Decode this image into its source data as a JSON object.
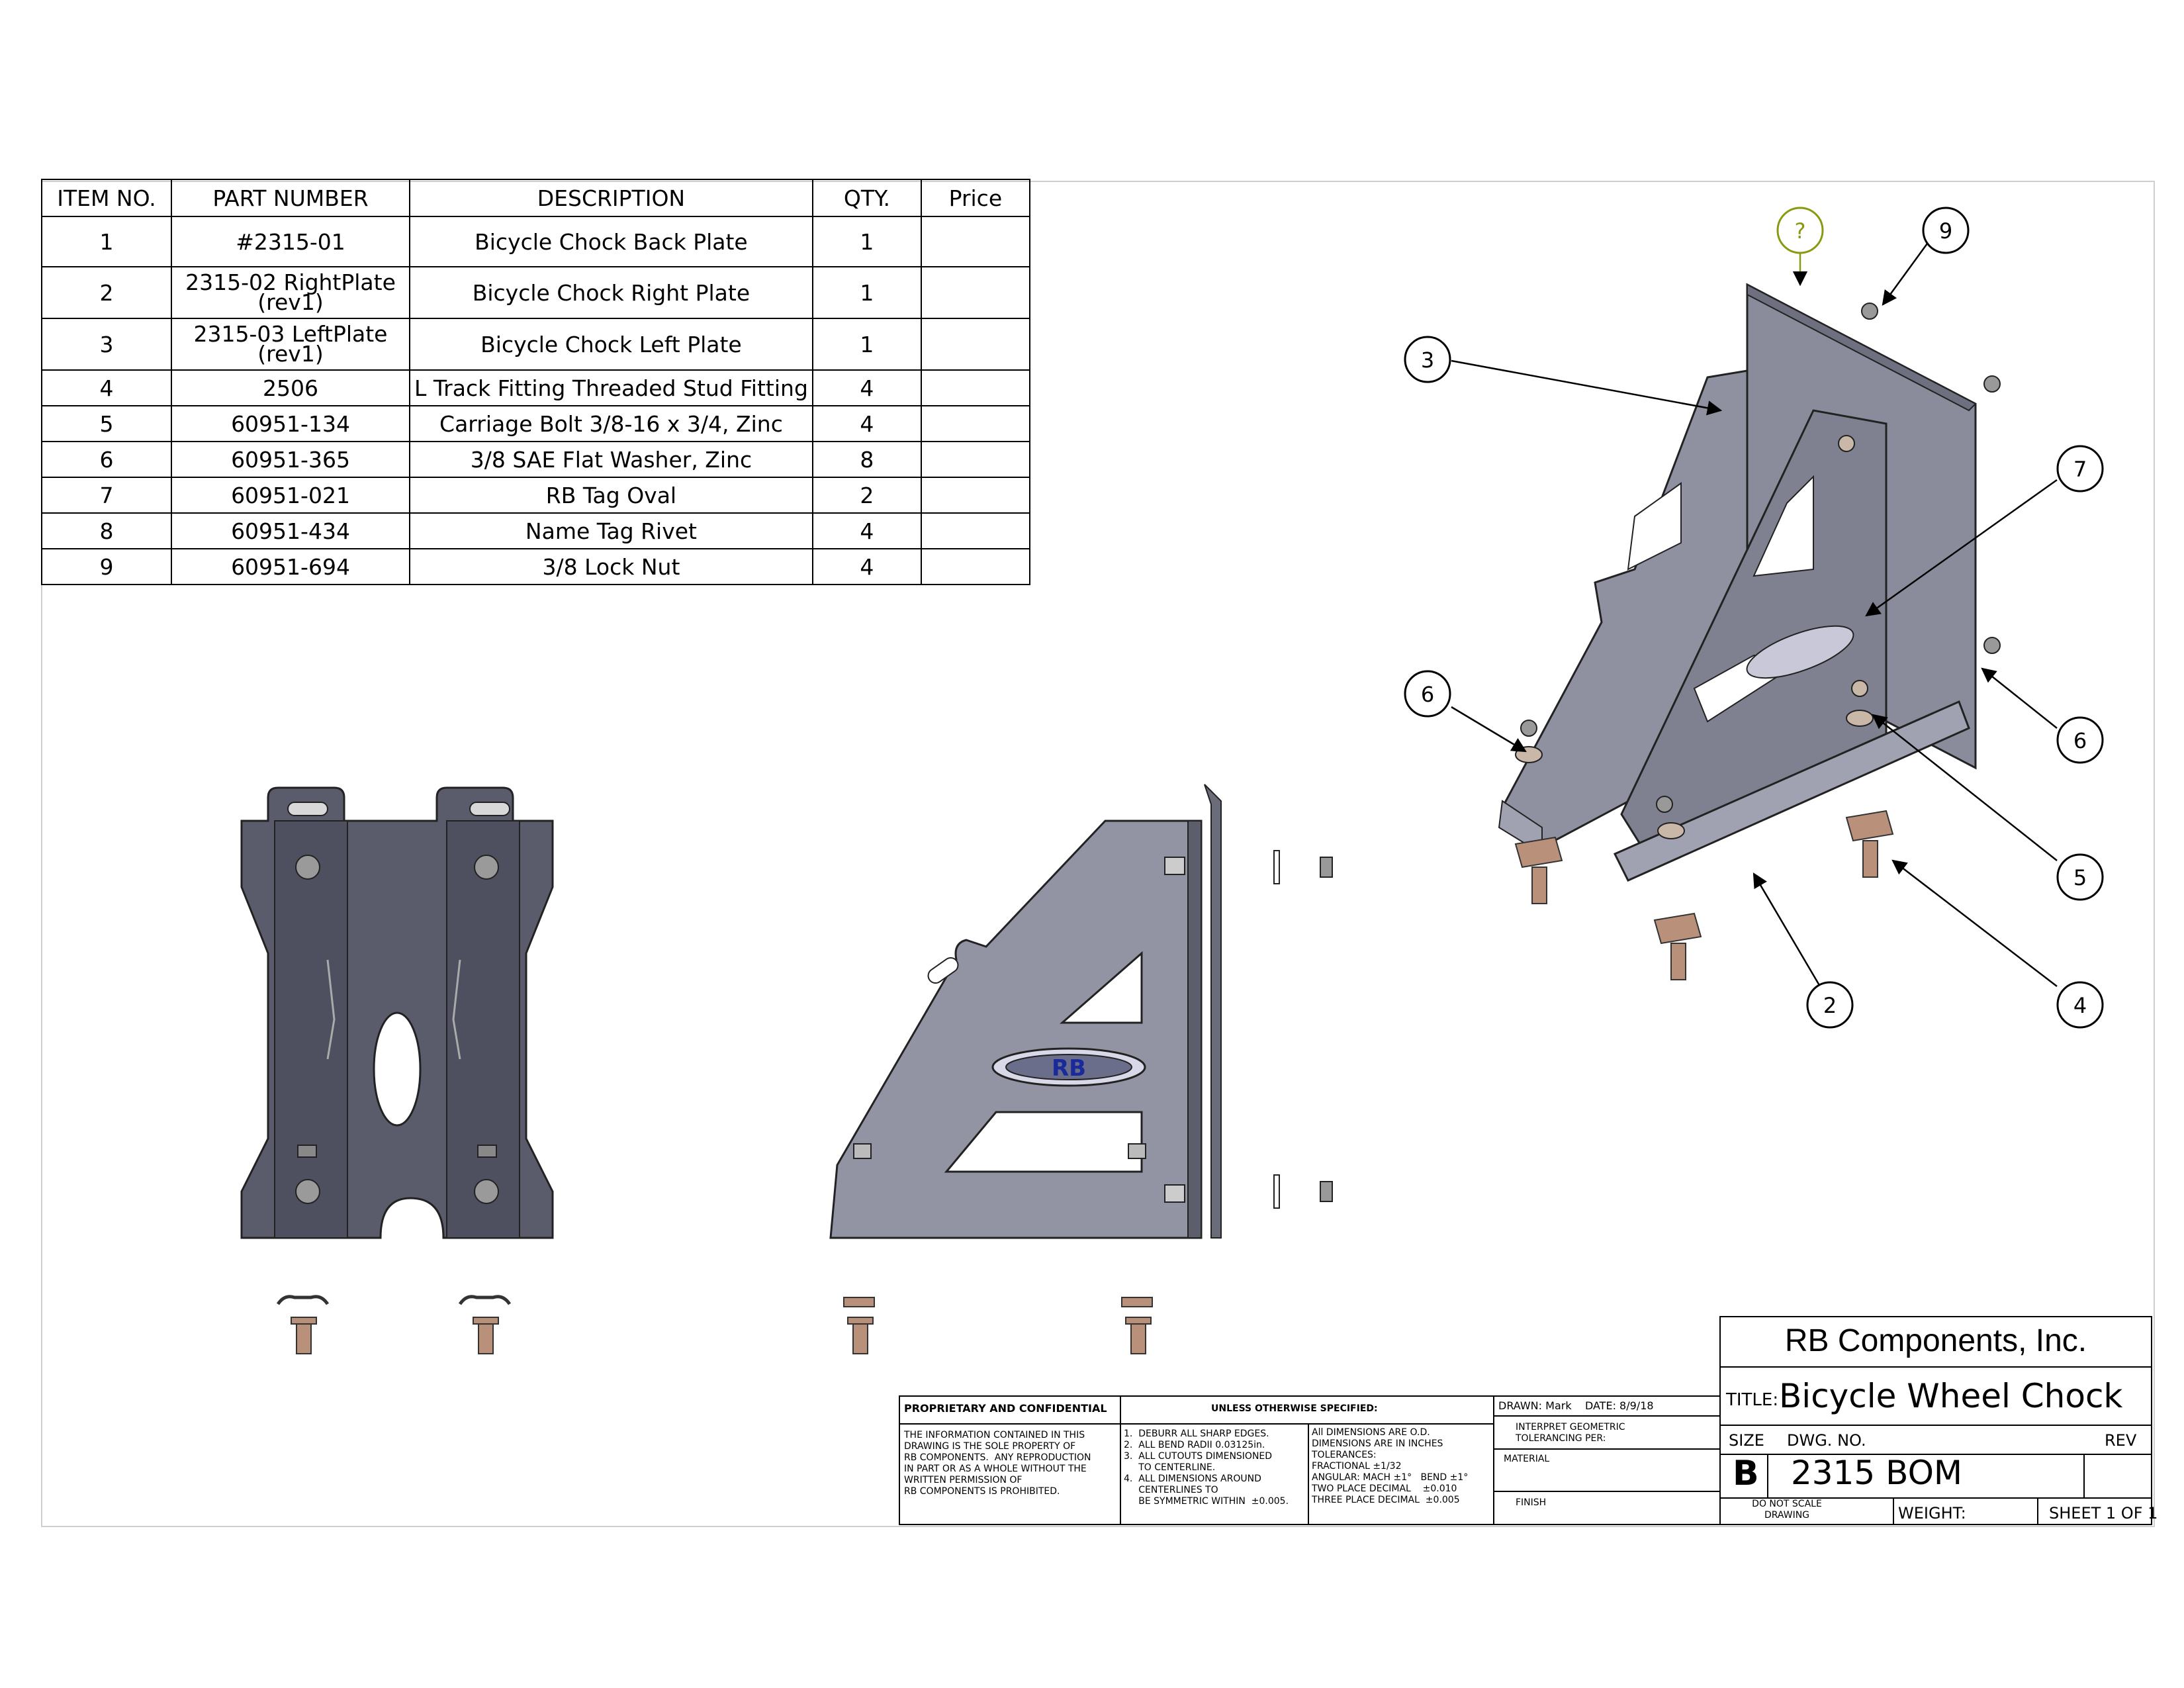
{
  "bom": {
    "headers": [
      "ITEM NO.",
      "PART NUMBER",
      "DESCRIPTION",
      "QTY.",
      "Price"
    ],
    "rows": [
      {
        "item": "1",
        "part": "#2315-01",
        "part2": "",
        "desc": "Bicycle Chock Back Plate",
        "qty": "1",
        "price": ""
      },
      {
        "item": "2",
        "part": "2315-02 RightPlate",
        "part2": "(rev1)",
        "desc": "Bicycle Chock Right Plate",
        "qty": "1",
        "price": ""
      },
      {
        "item": "3",
        "part": "2315-03 LeftPlate",
        "part2": "(rev1)",
        "desc": "Bicycle Chock Left Plate",
        "qty": "1",
        "price": ""
      },
      {
        "item": "4",
        "part": "2506",
        "part2": "",
        "desc": "L Track Fitting Threaded Stud Fitting",
        "qty": "4",
        "price": ""
      },
      {
        "item": "5",
        "part": "60951-134",
        "part2": "",
        "desc": "Carriage Bolt 3/8-16 x 3/4, Zinc",
        "qty": "4",
        "price": ""
      },
      {
        "item": "6",
        "part": "60951-365",
        "part2": "",
        "desc": "3/8 SAE Flat Washer, Zinc",
        "qty": "8",
        "price": ""
      },
      {
        "item": "7",
        "part": "60951-021",
        "part2": "",
        "desc": "RB Tag Oval",
        "qty": "2",
        "price": ""
      },
      {
        "item": "8",
        "part": "60951-434",
        "part2": "",
        "desc": "Name Tag Rivet",
        "qty": "4",
        "price": ""
      },
      {
        "item": "9",
        "part": "60951-694",
        "part2": "",
        "desc": "3/8 Lock Nut",
        "qty": "4",
        "price": ""
      }
    ]
  },
  "balloons": [
    "?",
    "9",
    "3",
    "7",
    "6",
    "6",
    "5",
    "2",
    "4"
  ],
  "logo_text": "RB",
  "title_block": {
    "company": "RB Components, Inc.",
    "title_label": "TITLE:",
    "title": "Bicycle Wheel Chock",
    "size_label": "SIZE",
    "dwg_no_label": "DWG.  NO.",
    "rev_label": "REV",
    "size": "B",
    "dwg_no": "2315 BOM",
    "do_not_scale_1": "DO NOT SCALE",
    "do_not_scale_2": "DRAWING",
    "weight_label": "WEIGHT:",
    "sheet": "SHEET 1 OF 1",
    "drawn_label": "DRAWN:",
    "drawn_by": "Mark",
    "date_label": "DATE:",
    "date": "8/9/18",
    "interpret_1": "INTERPRET GEOMETRIC",
    "interpret_2": "TOLERANCING PER:",
    "material_label": "MATERIAL",
    "finish_label": "FINISH",
    "unless": "UNLESS OTHERWISE SPECIFIED:",
    "notes": [
      "1.  DEBURR ALL SHARP EDGES.",
      "2.  ALL BEND RADII 0.03125in.",
      "3.  ALL CUTOUTS DIMENSIONED",
      "     TO CENTERLINE.",
      "4.  ALL DIMENSIONS AROUND",
      "     CENTERLINES TO",
      "     BE SYMMETRIC WITHIN  ±0.005."
    ],
    "tolerances": [
      "All DIMENSIONS ARE O.D.",
      "DIMENSIONS ARE IN INCHES",
      "TOLERANCES:",
      "FRACTIONAL ±1/32",
      "ANGULAR: MACH ±1°   BEND ±1°",
      "TWO PLACE DECIMAL    ±0.010",
      "THREE PLACE DECIMAL  ±0.005"
    ],
    "proprietary": "PROPRIETARY AND CONFIDENTIAL",
    "proprietary_text": [
      "THE INFORMATION CONTAINED IN THIS",
      "DRAWING IS THE SOLE PROPERTY OF",
      "RB COMPONENTS.  ANY REPRODUCTION",
      "IN PART OR AS A WHOLE WITHOUT THE",
      "WRITTEN PERMISSION OF",
      "RB COMPONENTS IS PROHIBITED."
    ]
  },
  "colors": {
    "plate": "#5e6070",
    "plate_dark": "#4a4c5a",
    "plate_side": "#7a7c8a",
    "bolt": "#b9907a",
    "balloon_q": "#8a9a10"
  }
}
